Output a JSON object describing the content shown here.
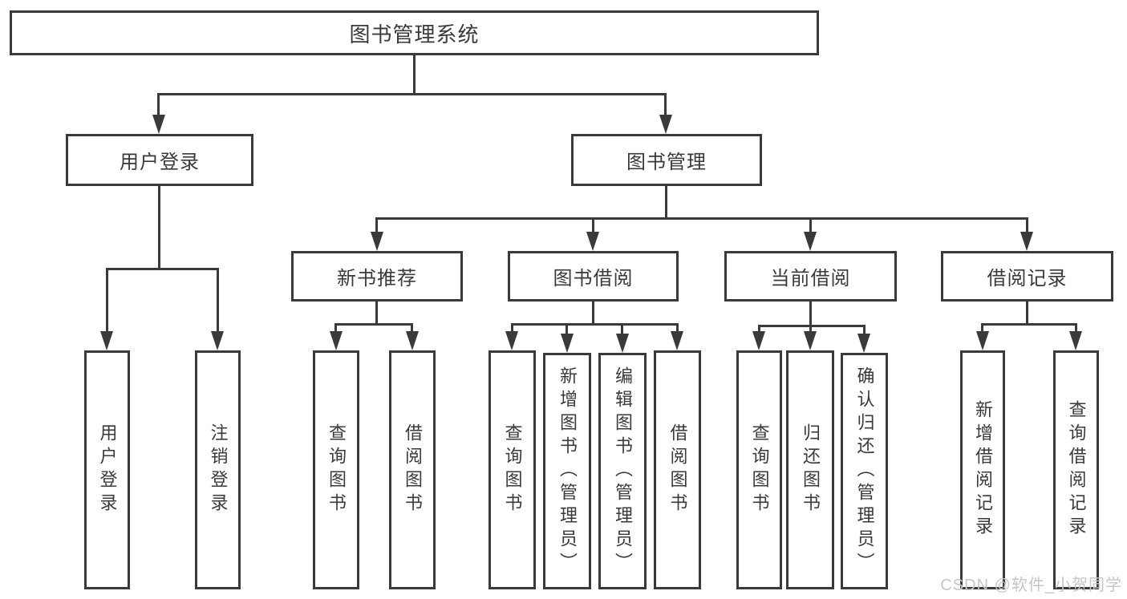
{
  "colors": {
    "line": "#3a3a3a",
    "text": "#3a3a3a",
    "box-bg": "#ffffff",
    "canvas-bg": "#ffffff",
    "watermark": "#c6c6c6"
  },
  "nodes": {
    "root": "图书管理系统",
    "user_login": "用户登录",
    "book_mgmt": "图书管理",
    "login": "用户登录",
    "logout": "注销登录",
    "new_rec": "新书推荐",
    "borrow": "图书借阅",
    "current": "当前借阅",
    "record": "借阅记录",
    "rec_query": "查询图书",
    "rec_borrow": "借阅图书",
    "bb_query": "查询图书",
    "bb_add": "新增图书（管理员）",
    "bb_edit": "编辑图书（管理员）",
    "bb_borrow": "借阅图书",
    "cb_query": "查询图书",
    "cb_return": "归还图书",
    "cb_confirm": "确认归还（管理员）",
    "br_add": "新增借阅记录",
    "br_query": "查询借阅记录"
  },
  "watermark": "CSDN @软件_小贺同学"
}
